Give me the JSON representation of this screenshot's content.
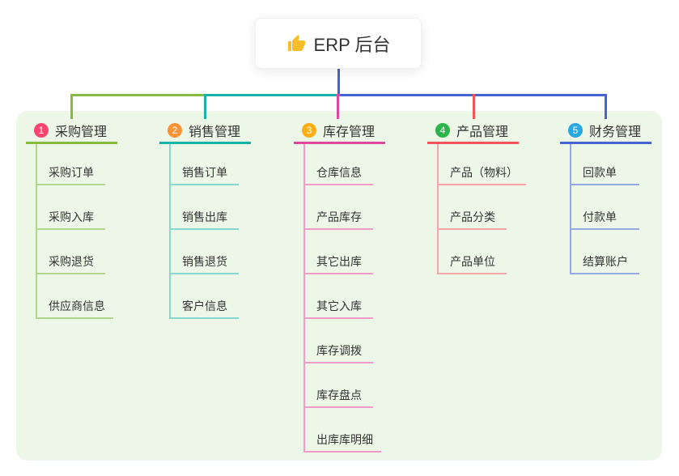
{
  "root": {
    "icon": "thumbs-up",
    "label": "ERP 后台"
  },
  "canvas": {
    "page_bg": "#ffffff",
    "panel_bg": "#edf7e8",
    "icon_color": "#f9bd2b"
  },
  "branches": [
    {
      "num": "1",
      "label": "采购管理",
      "badge_color": "#f8466f",
      "color": "#85bb42",
      "light_color": "#b0d689",
      "children": [
        "采购订单",
        "采购入库",
        "采购退货",
        "供应商信息"
      ]
    },
    {
      "num": "2",
      "label": "销售管理",
      "badge_color": "#fb9337",
      "color": "#16b3ab",
      "light_color": "#86d7d0",
      "children": [
        "销售订单",
        "销售出库",
        "销售退货",
        "客户信息"
      ]
    },
    {
      "num": "3",
      "label": "库存管理",
      "badge_color": "#fcae15",
      "color": "#e0489d",
      "light_color": "#f19bcb",
      "children": [
        "仓库信息",
        "产品库存",
        "其它出库",
        "其它入库",
        "库存调拨",
        "库存盘点",
        "出库库明细"
      ]
    },
    {
      "num": "4",
      "label": "产品管理",
      "badge_color": "#2bb54a",
      "color": "#f2545b",
      "light_color": "#f8a4a7",
      "children": [
        "产品（物料）",
        "产品分类",
        "产品单位"
      ]
    },
    {
      "num": "5",
      "label": "财务管理",
      "badge_color": "#29a9e0",
      "color": "#4465cf",
      "light_color": "#94a8e2",
      "children": [
        "回款单",
        "付款单",
        "结算账户"
      ]
    }
  ]
}
